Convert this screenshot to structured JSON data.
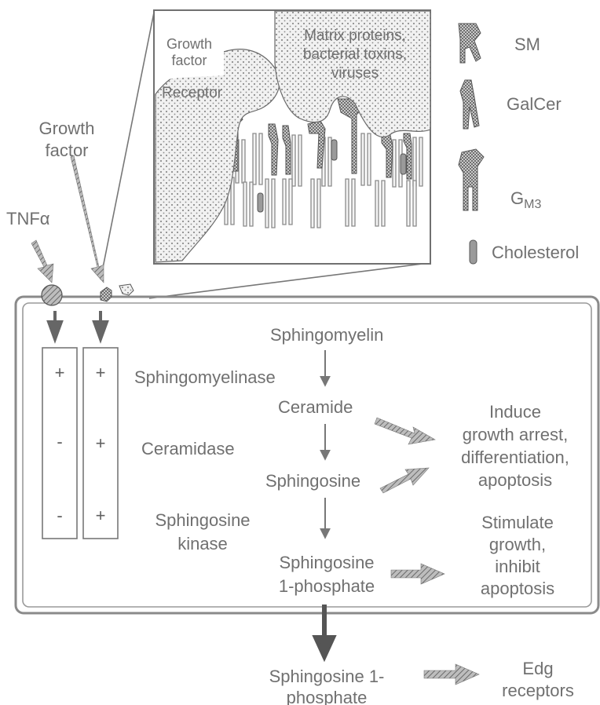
{
  "inset": {
    "growth_factor": [
      "Growth",
      "factor"
    ],
    "receptor": "Receptor",
    "matrix": [
      "Matrix proteins,",
      "bacterial toxins,",
      "viruses"
    ]
  },
  "legend": {
    "sm": "SM",
    "galcer": "GalCer",
    "gm3_main": "G",
    "gm3_sub": "M3",
    "cholesterol": "Cholesterol"
  },
  "outside": {
    "growth_factor": [
      "Growth",
      "factor"
    ],
    "tnf": "TNFα"
  },
  "signs": {
    "tnf_column": [
      "+",
      "-",
      "-"
    ],
    "growth_factor_column": [
      "+",
      "+",
      "+"
    ]
  },
  "enzymes": {
    "sphingomyelinase": "Sphingomyelinase",
    "ceramidase": "Ceramidase",
    "sphingosine_kinase": [
      "Sphingosine",
      "kinase"
    ]
  },
  "pathway": {
    "sphingomyelin": "Sphingomyelin",
    "ceramide": "Ceramide",
    "sphingosine": "Sphingosine",
    "s1p": [
      "Sphingosine",
      "1-phosphate"
    ]
  },
  "effects": {
    "induce": [
      "Induce",
      "growth arrest,",
      "differentiation,",
      "apoptosis"
    ],
    "stimulate": [
      "Stimulate",
      "growth,",
      "inhibit",
      "apoptosis"
    ]
  },
  "extracellular": {
    "s1p": [
      "Sphingosine 1-",
      "phosphate"
    ],
    "edg": [
      "Edg",
      "receptors"
    ]
  },
  "colors": {
    "line": "#777777",
    "stipple_fill": "#ececec",
    "hatched_arrow": "#8c8c8c",
    "text": "#707070"
  }
}
